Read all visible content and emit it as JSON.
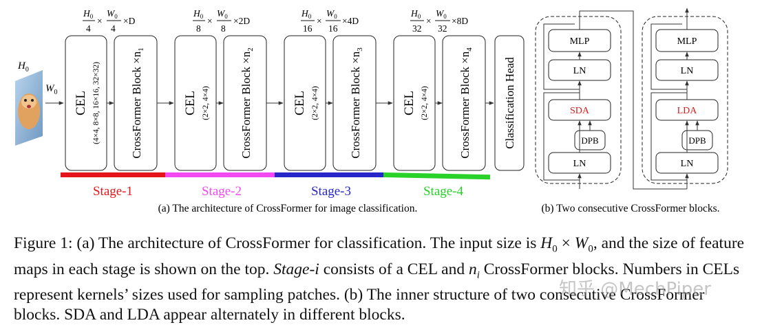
{
  "figure": {
    "input": {
      "h_label": "H",
      "h_sub": "0",
      "w_label": "W",
      "w_sub": "0"
    },
    "stages": [
      {
        "name": "Stage-1",
        "color": "#e4161b",
        "size": {
          "num1": "H",
          "sub1": "0",
          "den1": "4",
          "num2": "W",
          "sub2": "0",
          "den2": "4",
          "times": "×",
          "tail": "×D"
        },
        "cel_label": "CEL",
        "cel_kernels": "(4×4, 8×8, 16×16, 32×32)",
        "block_label": "CrossFormer Block ×n",
        "block_sub": "1"
      },
      {
        "name": "Stage-2",
        "color": "#f249f2",
        "size": {
          "num1": "H",
          "sub1": "0",
          "den1": "8",
          "num2": "W",
          "sub2": "0",
          "den2": "8",
          "times": "×",
          "tail": "×2D"
        },
        "cel_label": "CEL",
        "cel_kernels": "(2×2, 4×4)",
        "block_label": "CrossFormer Block ×n",
        "block_sub": "2"
      },
      {
        "name": "Stage-3",
        "color": "#2626c9",
        "size": {
          "num1": "H",
          "sub1": "0",
          "den1": "16",
          "num2": "W",
          "sub2": "0",
          "den2": "16",
          "times": "×",
          "tail": "×4D"
        },
        "cel_label": "CEL",
        "cel_kernels": "(2×2, 4×4)",
        "block_label": "CrossFormer Block ×n",
        "block_sub": "3"
      },
      {
        "name": "Stage-4",
        "color": "#28d228",
        "size": {
          "num1": "H",
          "sub1": "0",
          "den1": "32",
          "num2": "W",
          "sub2": "0",
          "den2": "32",
          "times": "×",
          "tail": "×8D"
        },
        "cel_label": "CEL",
        "cel_kernels": "(2×2, 4×4)",
        "block_label": "CrossFormer Block ×n",
        "block_sub": "4"
      }
    ],
    "head_label": "Classification Head",
    "caption_a": "(a) The architecture of CrossFormer for image classification.",
    "blocks": [
      {
        "mlp": "MLP",
        "ln_top": "LN",
        "attn": "SDA",
        "dpb": "DPB",
        "ln_bottom": "LN"
      },
      {
        "mlp": "MLP",
        "ln_top": "LN",
        "attn": "LDA",
        "dpb": "DPB",
        "ln_bottom": "LN"
      }
    ],
    "attn_color": "#d42020",
    "caption_b": "(b) Two consecutive CrossFormer blocks."
  },
  "caption": {
    "lead": "Figure 1: (a) The architecture of CrossFormer for classification. The input size is ",
    "math1_a": "H",
    "math1_a_sub": "0",
    "math1_op": " × ",
    "math1_b": "W",
    "math1_b_sub": "0",
    "part2": ", and the size of feature maps in each stage is shown on the top. ",
    "stage_i": "Stage-i",
    "part3": " consists of a CEL and ",
    "n_i": "n",
    "n_i_sub": "i",
    "part4": " CrossFormer blocks. Numbers in CELs represent kernels’ sizes used for sampling patches. (b) The inner structure of two consecutive CrossFormer blocks. SDA and LDA appear alternately in different blocks."
  },
  "watermark": "知乎 @MechPiper"
}
